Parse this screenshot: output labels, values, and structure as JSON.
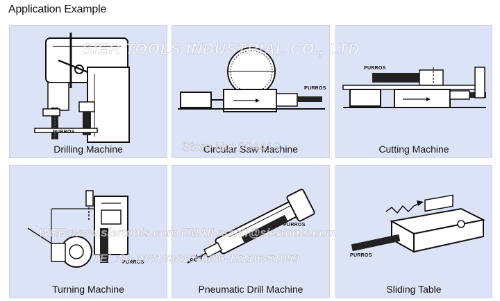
{
  "title": "Application Example",
  "panels": [
    {
      "caption": "Drilling Machine",
      "label": "PURROS"
    },
    {
      "caption": "Circular Saw Machine",
      "label": "PURROS"
    },
    {
      "caption": "Cutting Machine",
      "label": "PURROS"
    },
    {
      "caption": "Turning Machine",
      "label": "PURROS"
    },
    {
      "caption": "Pneumatic Drill Machine",
      "label": "PURROS"
    },
    {
      "caption": "Sliding Table",
      "label": "PURROS"
    }
  ],
  "watermarks": {
    "company": "SIER TOOLS INDUSTRIAL CO., LTD",
    "store": "Store No: 204419",
    "contact": "WEB:www.siertools.com  EMAIL:sami@siertools.com",
    "phone": "TEL:86-13818981566/86-15116351059"
  }
}
